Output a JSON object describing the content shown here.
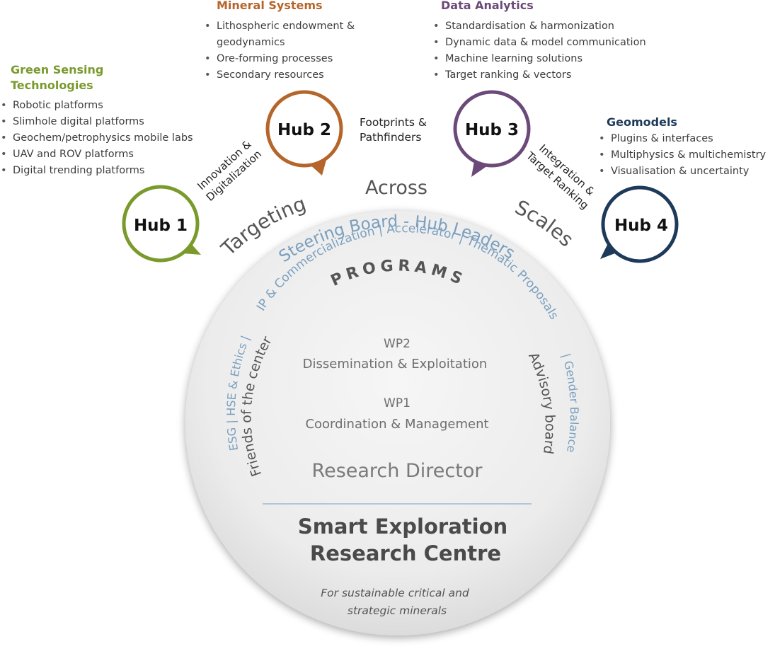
{
  "mineral_systems": {
    "title": "Mineral Systems",
    "items": [
      "Lithospheric endowment &",
      "geodynamics",
      "Ore-forming processes",
      "Secondary resources"
    ]
  },
  "data_analytics": {
    "title": "Data Analytics",
    "items": [
      "Standardisation & harmonization",
      "Dynamic data & model communication",
      "Machine learning solutions",
      "Target ranking & vectors"
    ]
  },
  "green_sensing": {
    "title_line1": "Green Sensing",
    "title_line2": "Technologies",
    "items": [
      "Robotic platforms",
      "Slimhole digital platforms",
      "Geochem/petrophysics mobile labs",
      "UAV and ROV platforms",
      "Digital trending platforms"
    ]
  },
  "geomodels": {
    "title": "Geomodels",
    "items": [
      "Plugins & interfaces",
      "Multiphysics & multichemistry",
      "Visualisation & uncertainty"
    ]
  },
  "hubs": [
    {
      "label": "Hub 1",
      "color": "#7a9a2c"
    },
    {
      "label": "Hub 2",
      "color": "#b5652a"
    },
    {
      "label": "Hub 3",
      "color": "#6b4a7a"
    },
    {
      "label": "Hub 4",
      "color": "#1e3a5a"
    }
  ],
  "connectors": {
    "innovation_line1": "Innovation &",
    "innovation_line2": "Digitalization",
    "footprints_line1": "Footprints &",
    "footprints_line2": "Pathfinders",
    "integration_line1": "Integration &",
    "integration_line2": "Target Ranking"
  },
  "motto": {
    "targeting": "Targeting",
    "across": "Across",
    "scales": "Scales"
  },
  "centre": {
    "steering": "Steering Board - Hub Leaders",
    "programs_list": "IP & Commercialization | Accelerator | Thematic Proposals",
    "programs": "PROGRAMS",
    "left_arc": "ESG | HSE & Ethics |",
    "right_arc": "| Gender Balance",
    "friends": "Friends of the center",
    "advisory": "Advisory board",
    "wp2_code": "WP2",
    "wp2_name": "Dissemination & Exploitation",
    "wp1_code": "WP1",
    "wp1_name": "Coordination & Management",
    "director": "Research Director",
    "title_line1": "Smart Exploration",
    "title_line2": "Research Centre",
    "subtitle_line1": "For sustainable critical and",
    "subtitle_line2": "strategic minerals"
  },
  "colors": {
    "arc_blue": "#7a9fbf",
    "circle_fill": "#eeeeee",
    "divider": "#8fb0cc"
  }
}
